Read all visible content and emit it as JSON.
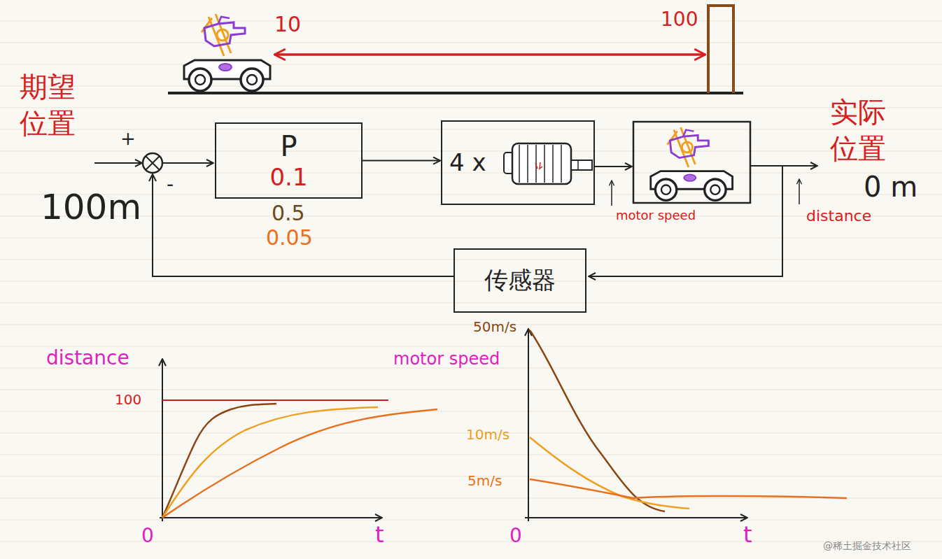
{
  "diagram": {
    "nodes": [
      {
        "text": [
          "P",
          "0.1"
        ]
      },
      {
        "text": [
          "4 x"
        ]
      },
      {
        "text": [
          "传感器"
        ]
      }
    ],
    "edges": [
      {
        "from": 0,
        "to": 1,
        "arrow": "to"
      }
    ],
    "labels": [
      "10",
      "100",
      "期望 位置",
      "+",
      "-",
      "100m",
      "0.5",
      "0.05",
      "motor speed",
      "实际 位置",
      "0 m",
      "distance",
      "distance",
      "100",
      "0",
      "t",
      "motor speed",
      "50m/s",
      "10m/s",
      "5m/s",
      "0",
      "t",
      "@稀土掘金技术社区"
    ]
  }
}
